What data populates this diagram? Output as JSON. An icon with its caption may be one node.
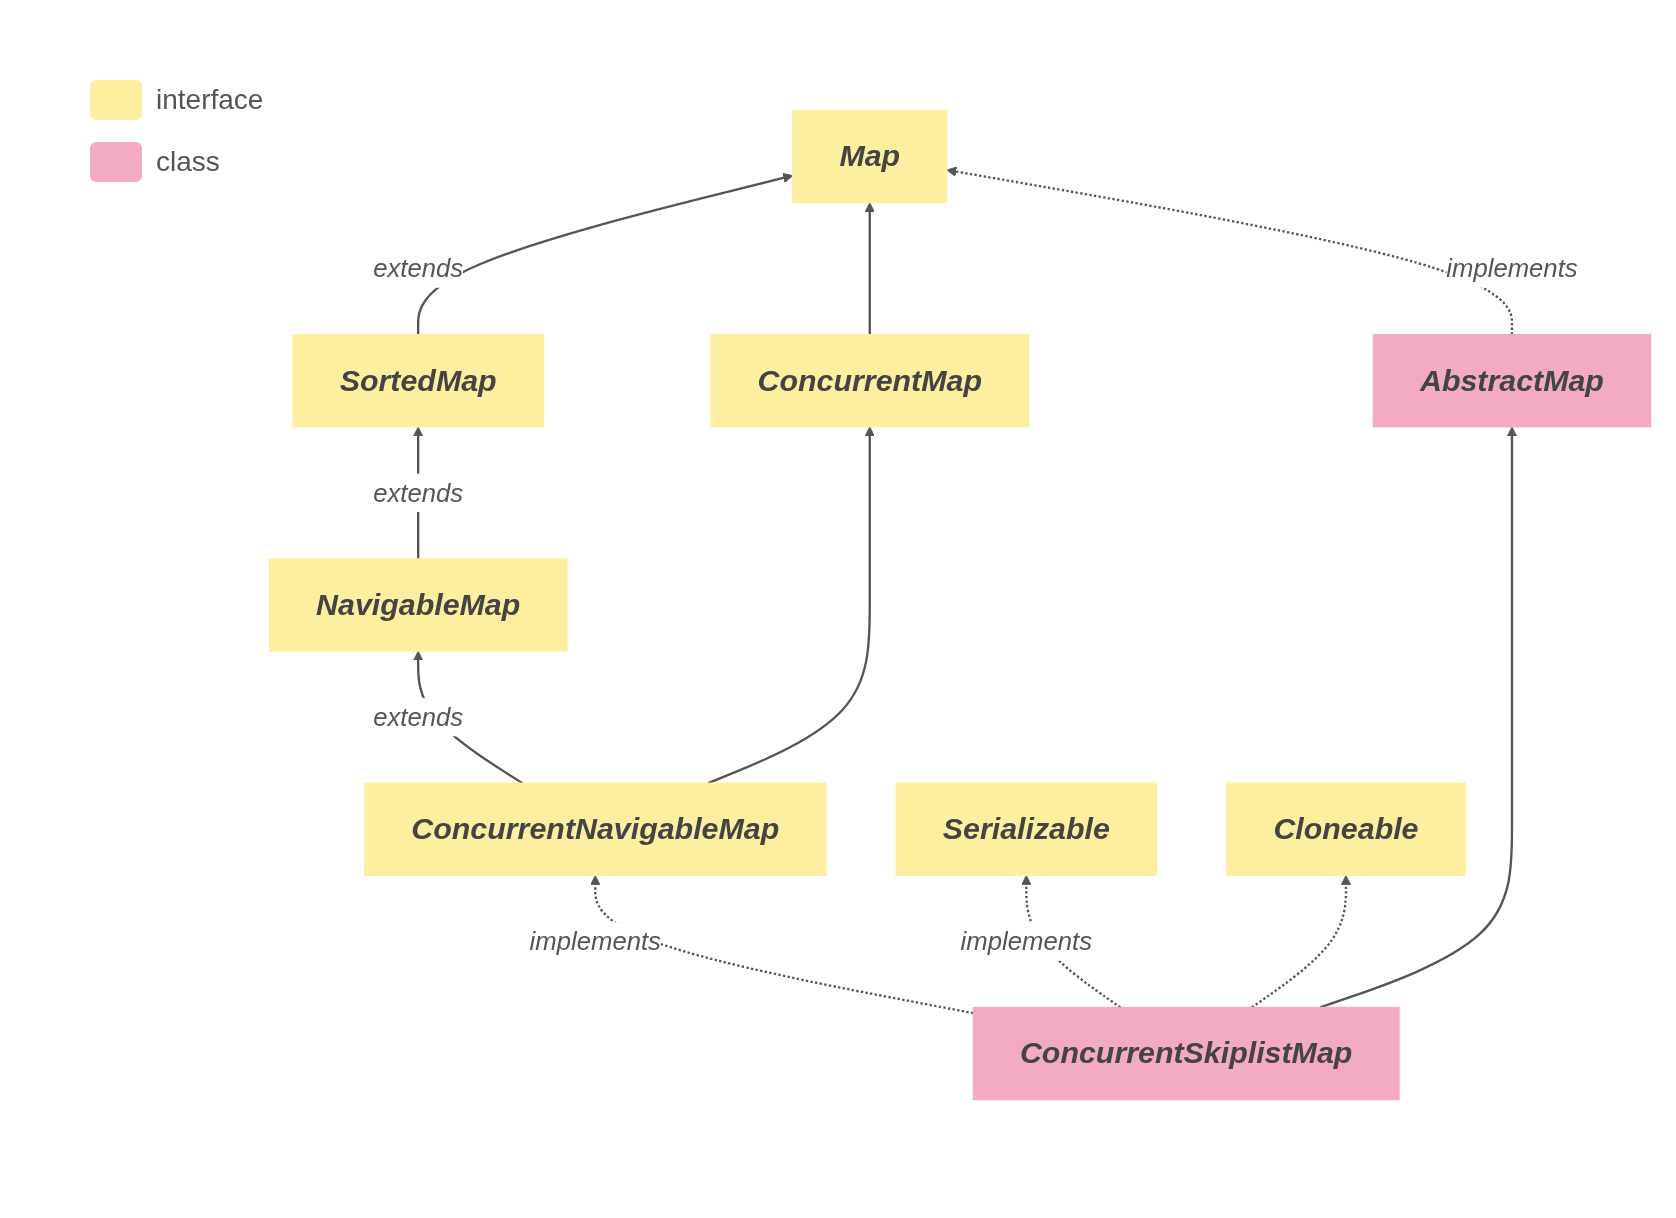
{
  "diagram": {
    "nodes": [
      {
        "text": [
          "Map"
        ]
      },
      {
        "text": [
          "SortedMap"
        ]
      },
      {
        "text": [
          "ConcurrentMap"
        ]
      },
      {
        "text": [
          "AbstractMap"
        ]
      },
      {
        "text": [
          "NavigableMap"
        ]
      },
      {
        "text": [
          "ConcurrentNavigableMap"
        ]
      },
      {
        "text": [
          "Serializable"
        ]
      },
      {
        "text": [
          "ConcurrentSkiplistMap"
        ]
      },
      {
        "text": [
          "Cloneable"
        ]
      }
    ],
    "edges": [
      {
        "from": 1,
        "to": 0,
        "arrow": "to",
        "label": "extends"
      },
      {
        "from": 2,
        "to": 0,
        "arrow": "to"
      },
      {
        "from": 3,
        "to": 0,
        "arrow": "to",
        "style": "dashed",
        "label": "implements"
      },
      {
        "from": 4,
        "to": 1,
        "arrow": "to",
        "label": "extends"
      },
      {
        "from": 5,
        "to": 4,
        "arrow": "to",
        "label": "extends"
      },
      {
        "from": 5,
        "to": 2,
        "arrow": "to"
      },
      {
        "from": 7,
        "to": 5,
        "arrow": "to",
        "style": "dashed",
        "label": "implements"
      },
      {
        "from": 7,
        "to": 3,
        "arrow": "to"
      },
      {
        "from": 7,
        "to": 6,
        "arrow": "to",
        "style": "dashed",
        "label": "implements"
      },
      {
        "from": 7,
        "to": 8,
        "arrow": "to",
        "style": "dashed"
      }
    ],
    "legend": [
      {
        "text": "interface",
        "color": "#fcf0a0"
      },
      {
        "text": "class",
        "color": "#f3abc4"
      }
    ]
  }
}
